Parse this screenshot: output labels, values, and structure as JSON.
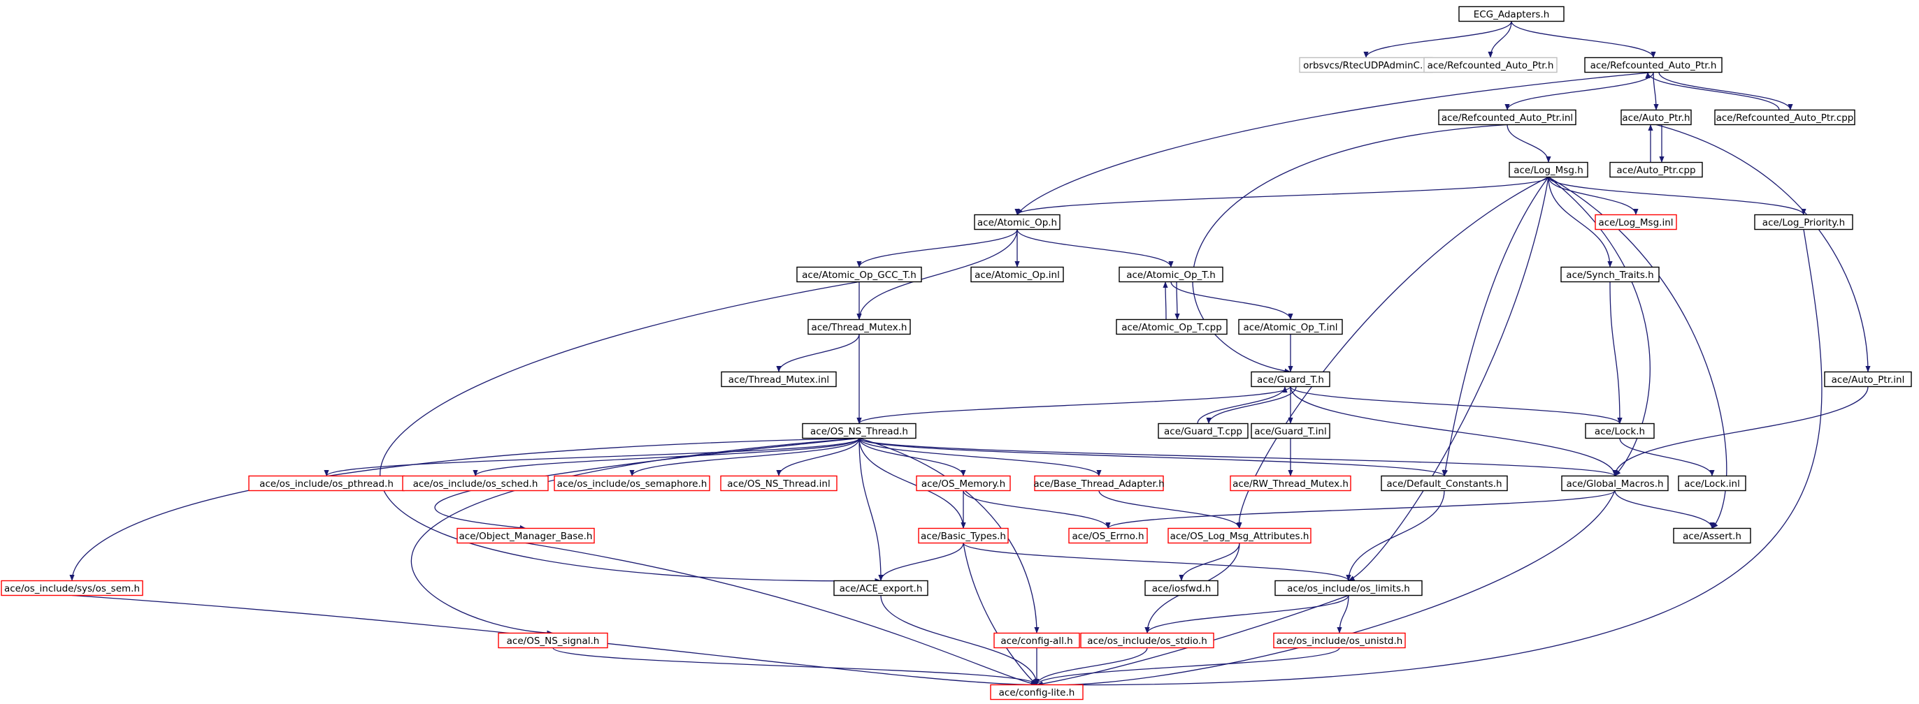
{
  "colors": {
    "edge": "#191970",
    "node_border_normal": "#000000",
    "node_border_missing": "#ff0000",
    "node_border_external": "#bfbfbf",
    "root_fill": "#bfbfbf"
  },
  "nodes": [
    {
      "id": "ecg",
      "label": "ECG_Adapters.h",
      "kind": "root"
    },
    {
      "id": "rtec",
      "label": "orbsvcs/RtecUDPAdminC.h",
      "kind": "external"
    },
    {
      "id": "rap_h_ext",
      "label": "ace/Refcounted_Auto_Ptr.h",
      "kind": "external"
    },
    {
      "id": "rap_h",
      "label": "ace/Refcounted_Auto_Ptr.h",
      "kind": "normal"
    },
    {
      "id": "rap_inl",
      "label": "ace/Refcounted_Auto_Ptr.inl",
      "kind": "normal"
    },
    {
      "id": "auto_ptr_h",
      "label": "ace/Auto_Ptr.h",
      "kind": "normal"
    },
    {
      "id": "rap_cpp",
      "label": "ace/Refcounted_Auto_Ptr.cpp",
      "kind": "normal"
    },
    {
      "id": "auto_ptr_cpp",
      "label": "ace/Auto_Ptr.cpp",
      "kind": "normal"
    },
    {
      "id": "log_msg_h",
      "label": "ace/Log_Msg.h",
      "kind": "normal"
    },
    {
      "id": "atomic_op_h",
      "label": "ace/Atomic_Op.h",
      "kind": "normal"
    },
    {
      "id": "log_msg_inl",
      "label": "ace/Log_Msg.inl",
      "kind": "missing"
    },
    {
      "id": "log_priority",
      "label": "ace/Log_Priority.h",
      "kind": "normal"
    },
    {
      "id": "aogcc",
      "label": "ace/Atomic_Op_GCC_T.h",
      "kind": "normal"
    },
    {
      "id": "atomic_op_inl",
      "label": "ace/Atomic_Op.inl",
      "kind": "normal"
    },
    {
      "id": "aot_h",
      "label": "ace/Atomic_Op_T.h",
      "kind": "normal"
    },
    {
      "id": "synch_traits",
      "label": "ace/Synch_Traits.h",
      "kind": "normal"
    },
    {
      "id": "thread_mutex_h",
      "label": "ace/Thread_Mutex.h",
      "kind": "normal"
    },
    {
      "id": "aot_cpp",
      "label": "ace/Atomic_Op_T.cpp",
      "kind": "normal"
    },
    {
      "id": "aot_inl",
      "label": "ace/Atomic_Op_T.inl",
      "kind": "normal"
    },
    {
      "id": "thread_mutex_inl",
      "label": "ace/Thread_Mutex.inl",
      "kind": "normal"
    },
    {
      "id": "guard_h",
      "label": "ace/Guard_T.h",
      "kind": "normal"
    },
    {
      "id": "auto_ptr_inl",
      "label": "ace/Auto_Ptr.inl",
      "kind": "normal"
    },
    {
      "id": "os_ns_thread_h",
      "label": "ace/OS_NS_Thread.h",
      "kind": "normal"
    },
    {
      "id": "guard_cpp",
      "label": "ace/Guard_T.cpp",
      "kind": "normal"
    },
    {
      "id": "guard_inl",
      "label": "ace/Guard_T.inl",
      "kind": "normal"
    },
    {
      "id": "lock_h",
      "label": "ace/Lock.h",
      "kind": "normal"
    },
    {
      "id": "pthread",
      "label": "ace/os_include/os_pthread.h",
      "kind": "missing"
    },
    {
      "id": "sched",
      "label": "ace/os_include/os_sched.h",
      "kind": "missing"
    },
    {
      "id": "semaphore",
      "label": "ace/os_include/os_semaphore.h",
      "kind": "missing"
    },
    {
      "id": "os_ns_thread_inl",
      "label": "ace/OS_NS_Thread.inl",
      "kind": "missing"
    },
    {
      "id": "os_memory",
      "label": "ace/OS_Memory.h",
      "kind": "missing"
    },
    {
      "id": "base_thread_adapter",
      "label": "ace/Base_Thread_Adapter.h",
      "kind": "missing"
    },
    {
      "id": "rw_thread_mutex",
      "label": "ace/RW_Thread_Mutex.h",
      "kind": "missing"
    },
    {
      "id": "default_constants",
      "label": "ace/Default_Constants.h",
      "kind": "normal"
    },
    {
      "id": "global_macros",
      "label": "ace/Global_Macros.h",
      "kind": "normal"
    },
    {
      "id": "lock_inl",
      "label": "ace/Lock.inl",
      "kind": "normal"
    },
    {
      "id": "object_manager_base",
      "label": "ace/Object_Manager_Base.h",
      "kind": "missing"
    },
    {
      "id": "basic_types",
      "label": "ace/Basic_Types.h",
      "kind": "missing"
    },
    {
      "id": "os_errno",
      "label": "ace/OS_Errno.h",
      "kind": "missing"
    },
    {
      "id": "log_msg_attr",
      "label": "ace/OS_Log_Msg_Attributes.h",
      "kind": "missing"
    },
    {
      "id": "assert_h",
      "label": "ace/Assert.h",
      "kind": "normal"
    },
    {
      "id": "os_sem",
      "label": "ace/os_include/sys/os_sem.h",
      "kind": "missing"
    },
    {
      "id": "ace_export",
      "label": "ace/ACE_export.h",
      "kind": "normal"
    },
    {
      "id": "iosfwd",
      "label": "ace/iosfwd.h",
      "kind": "normal"
    },
    {
      "id": "os_limits",
      "label": "ace/os_include/os_limits.h",
      "kind": "normal"
    },
    {
      "id": "os_ns_signal",
      "label": "ace/OS_NS_signal.h",
      "kind": "missing"
    },
    {
      "id": "config_all",
      "label": "ace/config-all.h",
      "kind": "missing"
    },
    {
      "id": "os_stdio",
      "label": "ace/os_include/os_stdio.h",
      "kind": "missing"
    },
    {
      "id": "os_unistd",
      "label": "ace/os_include/os_unistd.h",
      "kind": "missing"
    },
    {
      "id": "config_lite",
      "label": "ace/config-lite.h",
      "kind": "missing"
    }
  ],
  "edges": [
    [
      "ecg",
      "rtec"
    ],
    [
      "ecg",
      "rap_h_ext"
    ],
    [
      "ecg",
      "rap_h"
    ],
    [
      "rap_h",
      "rap_inl"
    ],
    [
      "rap_h",
      "auto_ptr_h"
    ],
    [
      "rap_h",
      "rap_cpp"
    ],
    [
      "rap_cpp",
      "rap_h"
    ],
    [
      "rap_h",
      "atomic_op_h"
    ],
    [
      "rap_inl",
      "log_msg_h"
    ],
    [
      "rap_inl",
      "guard_h"
    ],
    [
      "auto_ptr_h",
      "auto_ptr_cpp"
    ],
    [
      "auto_ptr_cpp",
      "auto_ptr_h"
    ],
    [
      "auto_ptr_h",
      "auto_ptr_inl"
    ],
    [
      "log_msg_h",
      "atomic_op_h"
    ],
    [
      "log_msg_h",
      "log_msg_inl"
    ],
    [
      "log_msg_h",
      "log_priority"
    ],
    [
      "log_msg_h",
      "synch_traits"
    ],
    [
      "log_msg_h",
      "default_constants"
    ],
    [
      "log_msg_h",
      "global_macros"
    ],
    [
      "log_msg_h",
      "assert_h"
    ],
    [
      "log_msg_h",
      "log_msg_attr"
    ],
    [
      "log_msg_h",
      "os_limits"
    ],
    [
      "log_priority",
      "config_lite"
    ],
    [
      "atomic_op_h",
      "aogcc"
    ],
    [
      "atomic_op_h",
      "atomic_op_inl"
    ],
    [
      "atomic_op_h",
      "aot_h"
    ],
    [
      "atomic_op_h",
      "thread_mutex_h"
    ],
    [
      "aogcc",
      "thread_mutex_h"
    ],
    [
      "aogcc",
      "ace_export"
    ],
    [
      "aot_h",
      "aot_cpp"
    ],
    [
      "aot_cpp",
      "aot_h"
    ],
    [
      "aot_h",
      "aot_inl"
    ],
    [
      "aot_inl",
      "guard_h"
    ],
    [
      "synch_traits",
      "lock_h"
    ],
    [
      "thread_mutex_h",
      "thread_mutex_inl"
    ],
    [
      "thread_mutex_h",
      "os_ns_thread_h"
    ],
    [
      "guard_h",
      "os_ns_thread_h"
    ],
    [
      "guard_h",
      "guard_cpp"
    ],
    [
      "guard_cpp",
      "guard_h"
    ],
    [
      "guard_h",
      "guard_inl"
    ],
    [
      "guard_h",
      "lock_h"
    ],
    [
      "guard_h",
      "global_macros"
    ],
    [
      "guard_inl",
      "rw_thread_mutex"
    ],
    [
      "auto_ptr_inl",
      "global_macros"
    ],
    [
      "lock_h",
      "lock_inl"
    ],
    [
      "os_ns_thread_h",
      "pthread"
    ],
    [
      "os_ns_thread_h",
      "sched"
    ],
    [
      "os_ns_thread_h",
      "semaphore"
    ],
    [
      "os_ns_thread_h",
      "os_ns_thread_inl"
    ],
    [
      "os_ns_thread_h",
      "os_memory"
    ],
    [
      "os_ns_thread_h",
      "base_thread_adapter"
    ],
    [
      "os_ns_thread_h",
      "default_constants"
    ],
    [
      "os_ns_thread_h",
      "global_macros"
    ],
    [
      "os_ns_thread_h",
      "object_manager_base"
    ],
    [
      "os_ns_thread_h",
      "basic_types"
    ],
    [
      "os_ns_thread_h",
      "ace_export"
    ],
    [
      "os_ns_thread_h",
      "os_sem"
    ],
    [
      "os_ns_thread_h",
      "os_ns_signal"
    ],
    [
      "os_ns_thread_h",
      "config_all"
    ],
    [
      "os_memory",
      "basic_types"
    ],
    [
      "os_memory",
      "os_errno"
    ],
    [
      "base_thread_adapter",
      "log_msg_attr"
    ],
    [
      "default_constants",
      "os_limits"
    ],
    [
      "global_macros",
      "os_errno"
    ],
    [
      "global_macros",
      "assert_h"
    ],
    [
      "global_macros",
      "config_lite"
    ],
    [
      "object_manager_base",
      "config_lite"
    ],
    [
      "basic_types",
      "ace_export"
    ],
    [
      "basic_types",
      "os_limits"
    ],
    [
      "basic_types",
      "config_lite"
    ],
    [
      "log_msg_attr",
      "iosfwd"
    ],
    [
      "log_msg_attr",
      "os_stdio"
    ],
    [
      "os_sem",
      "config_lite"
    ],
    [
      "ace_export",
      "config_lite"
    ],
    [
      "os_limits",
      "os_stdio"
    ],
    [
      "os_limits",
      "os_unistd"
    ],
    [
      "os_limits",
      "config_lite"
    ],
    [
      "os_ns_signal",
      "config_lite"
    ],
    [
      "config_all",
      "config_lite"
    ],
    [
      "os_stdio",
      "config_lite"
    ],
    [
      "os_unistd",
      "config_lite"
    ]
  ]
}
